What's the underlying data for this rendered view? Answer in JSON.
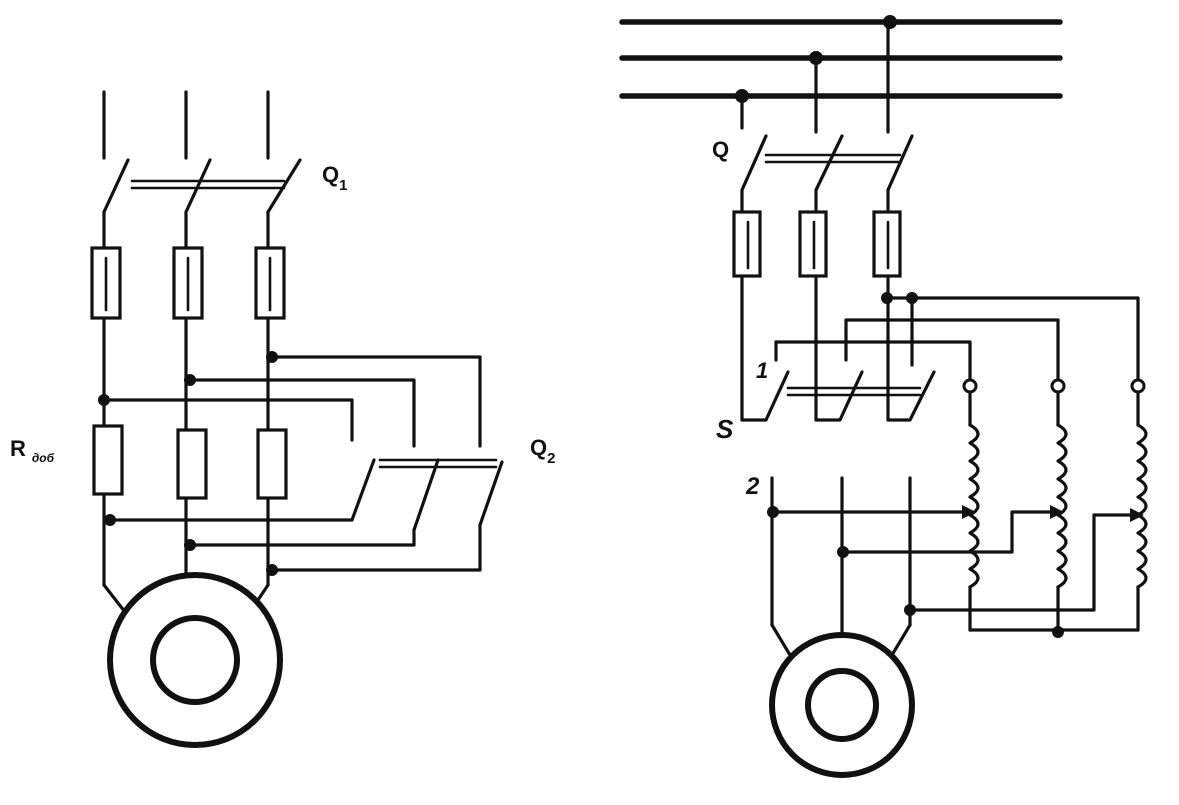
{
  "left_diagram": {
    "switch_q1": {
      "label": "Q",
      "sub": "1"
    },
    "switch_q2": {
      "label": "Q",
      "sub": "2"
    },
    "resistor_label": {
      "label": "R",
      "sub": "доб"
    }
  },
  "right_diagram": {
    "switch_q": {
      "label": "Q"
    },
    "switch_s": {
      "label": "S"
    },
    "position_1": {
      "label": "1"
    },
    "position_2": {
      "label": "2"
    }
  },
  "colors": {
    "ink": "#111111",
    "paper": "#ffffff"
  }
}
